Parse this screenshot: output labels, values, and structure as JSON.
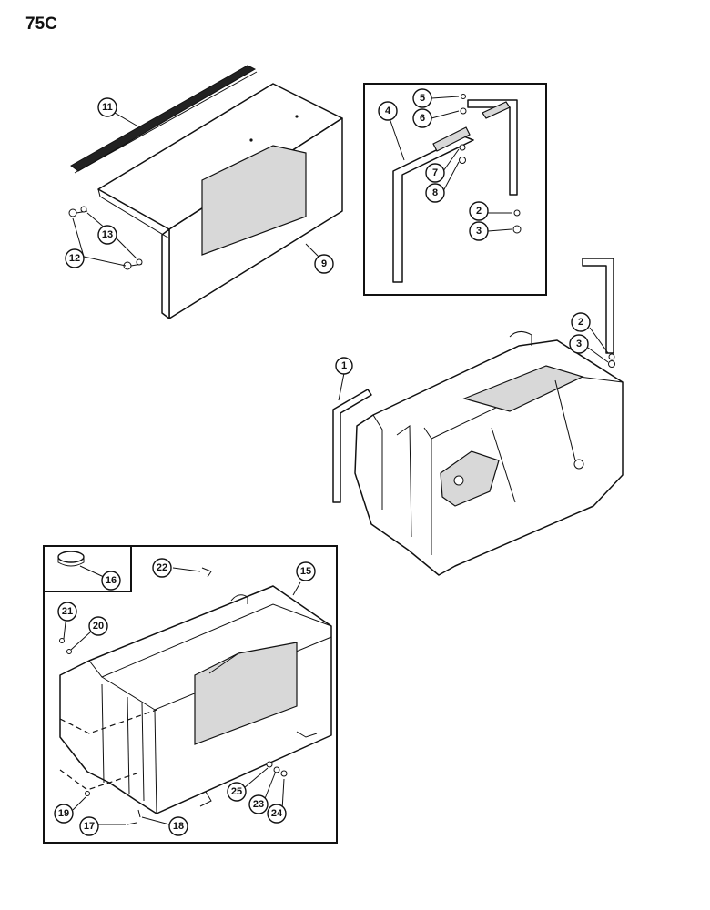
{
  "page": {
    "title": "75C"
  },
  "callouts": [
    {
      "id": "c1",
      "label": "1"
    },
    {
      "id": "c2a",
      "label": "2"
    },
    {
      "id": "c2b",
      "label": "2"
    },
    {
      "id": "c3a",
      "label": "3"
    },
    {
      "id": "c3b",
      "label": "3"
    },
    {
      "id": "c4",
      "label": "4"
    },
    {
      "id": "c5",
      "label": "5"
    },
    {
      "id": "c6",
      "label": "6"
    },
    {
      "id": "c7",
      "label": "7"
    },
    {
      "id": "c8",
      "label": "8"
    },
    {
      "id": "c9",
      "label": "9"
    },
    {
      "id": "c11",
      "label": "11"
    },
    {
      "id": "c12",
      "label": "12"
    },
    {
      "id": "c13",
      "label": "13"
    },
    {
      "id": "c15",
      "label": "15"
    },
    {
      "id": "c16",
      "label": "16"
    },
    {
      "id": "c17",
      "label": "17"
    },
    {
      "id": "c18",
      "label": "18"
    },
    {
      "id": "c19",
      "label": "19"
    },
    {
      "id": "c20",
      "label": "20"
    },
    {
      "id": "c21",
      "label": "21"
    },
    {
      "id": "c22",
      "label": "22"
    },
    {
      "id": "c23",
      "label": "23"
    },
    {
      "id": "c24",
      "label": "24"
    },
    {
      "id": "c25",
      "label": "25"
    }
  ]
}
